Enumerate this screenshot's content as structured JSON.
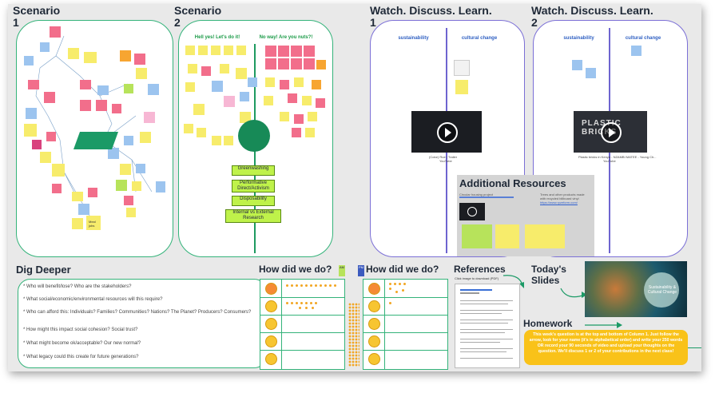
{
  "headings": {
    "scenario_1": "Scenario\n1",
    "scenario_2": "Scenario\n2",
    "wdl_1": "Watch. Discuss. Learn.\n1",
    "wdl_2": "Watch. Discuss. Learn.\n2",
    "dig_deeper": "Dig Deeper",
    "how_1": "How did we do?",
    "how_2": "How did we do?",
    "references": "References",
    "todays_slides": "Today's\nSlides",
    "homework": "Homework",
    "additional_resources": "Additional Resources"
  },
  "scenario2": {
    "col_yes": "Hell yes! Let's do it!",
    "col_no": "No way! Are you nuts?!",
    "center_circle": "",
    "boxes": [
      "Greenwashing",
      "Performative Direct/Activism",
      "Disposability",
      "Internal vs External Research"
    ]
  },
  "scenario1": {
    "center_label": "",
    "small_notes": [
      "Meal jobs"
    ]
  },
  "wdl1": {
    "col_left": "sustainability",
    "col_right": "cultural change",
    "video_caption": "(Color) Rue | Trailer",
    "video_sub": "YouTube"
  },
  "wdl2": {
    "col_left": "sustainability",
    "col_right": "cultural change",
    "video_title_overlay": "PLASTIC BRICKS",
    "video_caption": "Plastic bricks in Kenya - NZAMBI MATEE - Young Ch...",
    "video_sub": "YouTube"
  },
  "additional_resources": {
    "left_text": "Circular housing project",
    "right_text_1": "Trees and other products made",
    "right_text_2": "with recycled billboard vinyl",
    "right_link": "https://www.ryzeform.com/"
  },
  "dig_deeper_items": [
    "* Who will benefit/lose? Who are the stakeholders?",
    "* What social/economic/environmental resources will this require?",
    "* Who can afford this: Individuals? Families? Communities? Nations? The Planet? Producers? Consumers?",
    "* How might this impact social cohesion? Social trust?",
    "* What might become ok/acceptable? Our new normal?",
    "* What legacy could this create for future generations?"
  ],
  "how_markers": {
    "left": "AM",
    "right": "PM"
  },
  "references": {
    "subtitle": "Click image to download (PDF)"
  },
  "slides": {
    "title": "Sustainability &\nCultural Change"
  },
  "homework": {
    "text": "This week's question is at the top and bottom of Column 1. Just follow the arrow, look for your name (it's in alphabetical order) and write your 250 words OR record your 90 seconds of video and upload your thoughts on the question. We'll discuss 1 or 2 of your contributions in the next class!"
  },
  "colors": {
    "green_frame": "#34b37a",
    "purple_frame": "#7b6fd6",
    "homework_bg": "#f9c219",
    "lime_box": "#bff24a"
  }
}
